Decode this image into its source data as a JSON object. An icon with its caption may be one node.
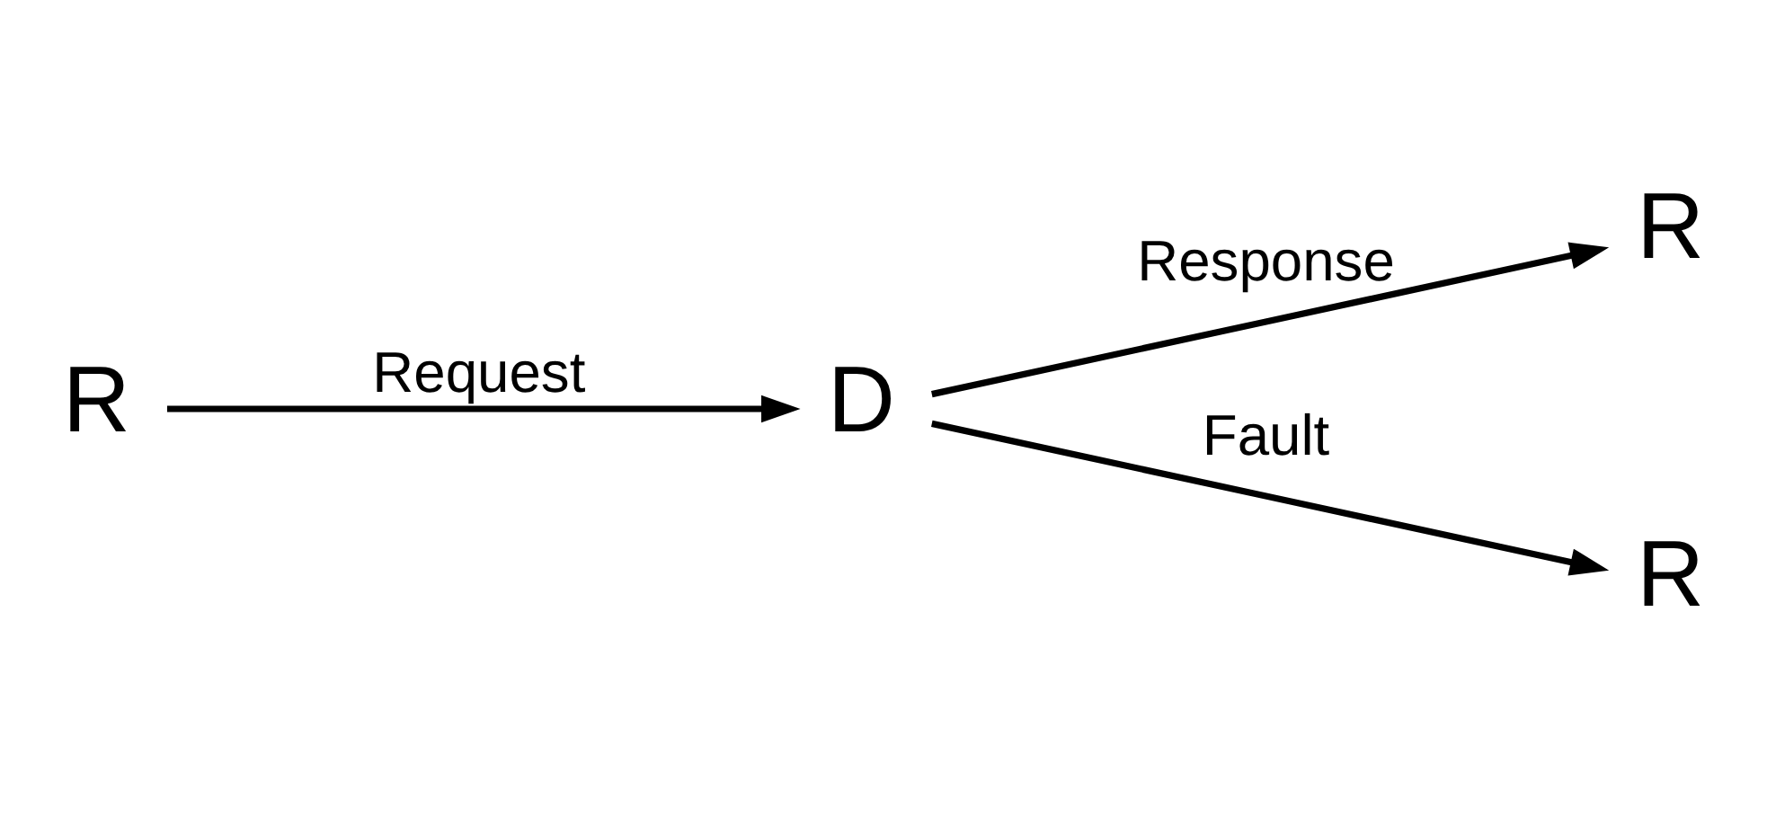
{
  "diagram": {
    "nodes": [
      {
        "text": [
          "R"
        ]
      },
      {
        "text": [
          "D"
        ]
      },
      {
        "text": [
          "R"
        ]
      },
      {
        "text": [
          "R"
        ]
      }
    ],
    "edges": [
      {
        "from": 0,
        "to": 1,
        "arrow": "to",
        "label": "Request"
      },
      {
        "from": 1,
        "to": 2,
        "arrow": "to",
        "label": "Response"
      },
      {
        "from": 1,
        "to": 3,
        "arrow": "to",
        "label": "Fault"
      }
    ]
  }
}
